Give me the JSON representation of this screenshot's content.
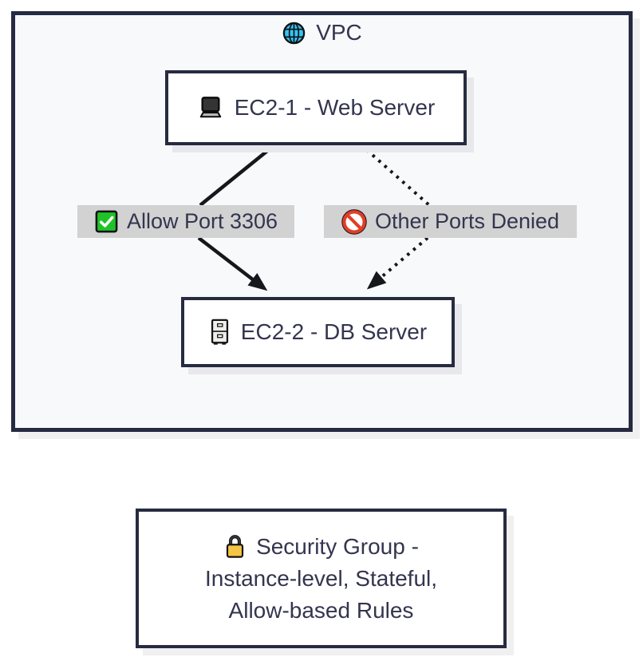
{
  "vpc": {
    "title": "VPC",
    "icon": "globe-icon"
  },
  "nodes": {
    "ec2_1": {
      "label": "EC2-1 - Web Server",
      "icon": "laptop-icon"
    },
    "ec2_2": {
      "label": "EC2-2 - DB Server",
      "icon": "file-cabinet-icon"
    },
    "security_group": {
      "icon": "lock-icon",
      "line1": "Security Group -",
      "line2": "Instance-level, Stateful,",
      "line3": "Allow-based Rules"
    }
  },
  "edges": {
    "allow": {
      "label": "Allow Port 3306",
      "icon": "check-icon",
      "line_style": "solid",
      "from": "EC2-1 - Web Server",
      "to": "EC2-2 - DB Server"
    },
    "deny": {
      "label": "Other Ports Denied",
      "icon": "no-entry-icon",
      "line_style": "dotted",
      "from": "EC2-1 - Web Server",
      "to": "EC2-2 - DB Server"
    }
  },
  "colors": {
    "border_navy": "#272b41",
    "text": "#33354f",
    "vpc_background": "#f8f9fa",
    "node_background": "#ffffff",
    "edge_label_background": "#d2d2d2",
    "arrow_black": "#16171d",
    "check_green": "#1fc327",
    "deny_red": "#e23d28",
    "lock_yellow": "#f6c545",
    "globe_cyan": "#35c4f0",
    "shadow_gray": "#e8e8ec"
  }
}
